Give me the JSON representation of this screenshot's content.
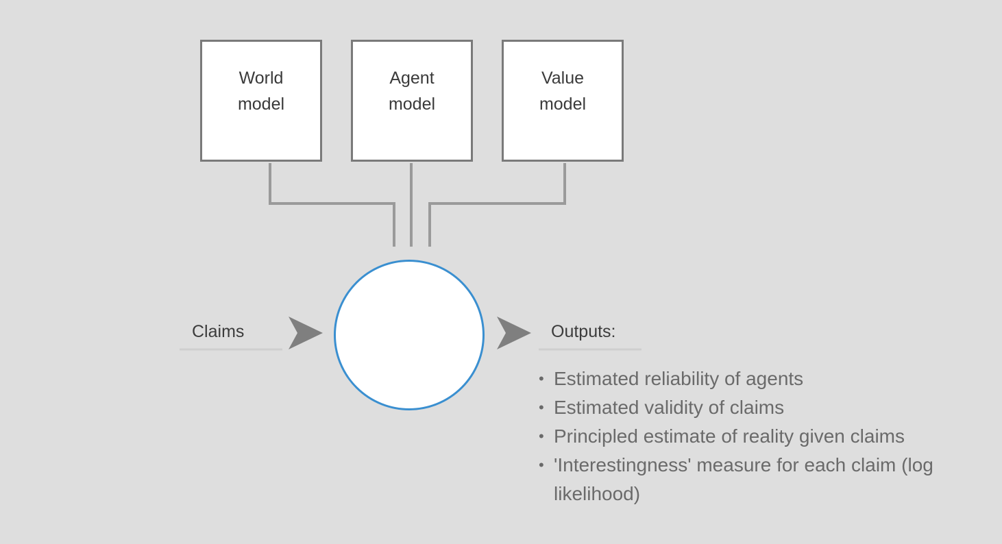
{
  "models": [
    {
      "label": "World\nmodel"
    },
    {
      "label": "Agent\nmodel"
    },
    {
      "label": "Value\nmodel"
    }
  ],
  "input": {
    "label": "Claims"
  },
  "output": {
    "label": "Outputs:",
    "items": [
      "Estimated reliability of agents",
      "Estimated validity of claims",
      "Principled estimate of reality given claims",
      "'Interestingness' measure for each claim (log likelihood)"
    ]
  },
  "colors": {
    "background": "#dedede",
    "connector": "#9a9a9a",
    "box_border": "#7a7a7a",
    "circle_border": "#3a8fd0",
    "arrow": "#7f7f7f",
    "underline": "#cfcfcf",
    "output_text": "#6a6a6a"
  }
}
